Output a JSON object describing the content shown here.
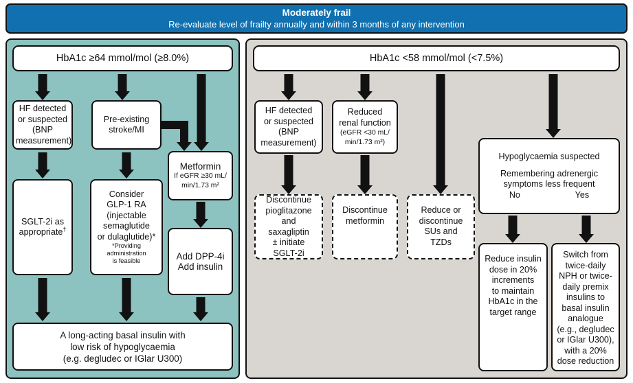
{
  "header": {
    "title": "Moderately frail",
    "subtitle": "Re-evaluate level of frailty annually and within 3 months of any intervention",
    "bg_color": "#1070b0",
    "text_color": "#ffffff"
  },
  "colors": {
    "left_panel": "#8cc2c0",
    "right_panel": "#d9d5d1",
    "box_fill": "#ffffff",
    "stroke": "#111111"
  },
  "left_panel": {
    "header_box": "HbA1c ≥64 mmol/mol (≥8.0%)",
    "hf_box": {
      "l1": "HF detected",
      "l2": "or suspected",
      "l3": "(BNP",
      "l4": "measurement)"
    },
    "stroke_box": {
      "l1": "Pre-existing",
      "l2": "stroke/MI"
    },
    "metformin_box": {
      "title": "Metformin",
      "l1": "If eGFR ≥30 mL/",
      "l2": "min/1.73 m²"
    },
    "sglt2i_box": {
      "l1": "SGLT-2i as",
      "l2": "appropriate",
      "marker": "†"
    },
    "glp1_box": {
      "l1": "Consider",
      "l2": "GLP-1 RA",
      "l3": "(injectable",
      "l4": "semaglutide",
      "l5": "or dulaglutide)*",
      "note1": "*Providing",
      "note2": "administration",
      "note3": "is feasible"
    },
    "dpp4i_box": {
      "l1": "Add DPP-4i",
      "l2": "Add insulin"
    },
    "bottom_box": {
      "l1": "A long-acting basal insulin with",
      "l2": "low risk of hypoglycaemia",
      "l3": "(e.g. degludec or IGlar U300)"
    }
  },
  "right_panel": {
    "header_box": "HbA1c <58 mmol/mol (<7.5%)",
    "hf_box": {
      "l1": "HF detected",
      "l2": "or suspected",
      "l3": "(BNP",
      "l4": "measurement)"
    },
    "renal_box": {
      "l1": "Reduced",
      "l2": "renal function",
      "l3": "(eGFR <30 mL/",
      "l4": "min/1.73 m²)"
    },
    "discontinue_pio_box": {
      "l1": "Discontinue",
      "l2": "pioglitazone",
      "l3": "and",
      "l4": "saxagliptin",
      "l5": "± initiate",
      "l6": "SGLT-2i"
    },
    "discontinue_met_box": {
      "l1": "Discontinue",
      "l2": "metformin"
    },
    "reduce_su_box": {
      "l1": "Reduce or",
      "l2": "discontinue",
      "l3": "SUs and",
      "l4": "TZDs"
    },
    "hypo_box": {
      "l1": "Hypoglycaemia suspected",
      "l2": "Remembering adrenergic",
      "l3": "symptoms less frequent",
      "opt_no": "No",
      "opt_yes": "Yes"
    },
    "reduce_dose_box": {
      "l1": "Reduce insulin",
      "l2": "dose in 20%",
      "l3": "increments",
      "l4": "to maintain",
      "l5": "HbA1c in the",
      "l6": "target range"
    },
    "switch_box": {
      "l1": "Switch from",
      "l2": "twice-daily",
      "l3": "NPH or twice-",
      "l4": "daily premix",
      "l5": "insulins to",
      "l6": "basal insulin",
      "l7": "analogue",
      "l8": "(e.g., degludec",
      "l9": "or IGlar U300),",
      "l10": "with a 20%",
      "l11": "dose reduction"
    }
  }
}
